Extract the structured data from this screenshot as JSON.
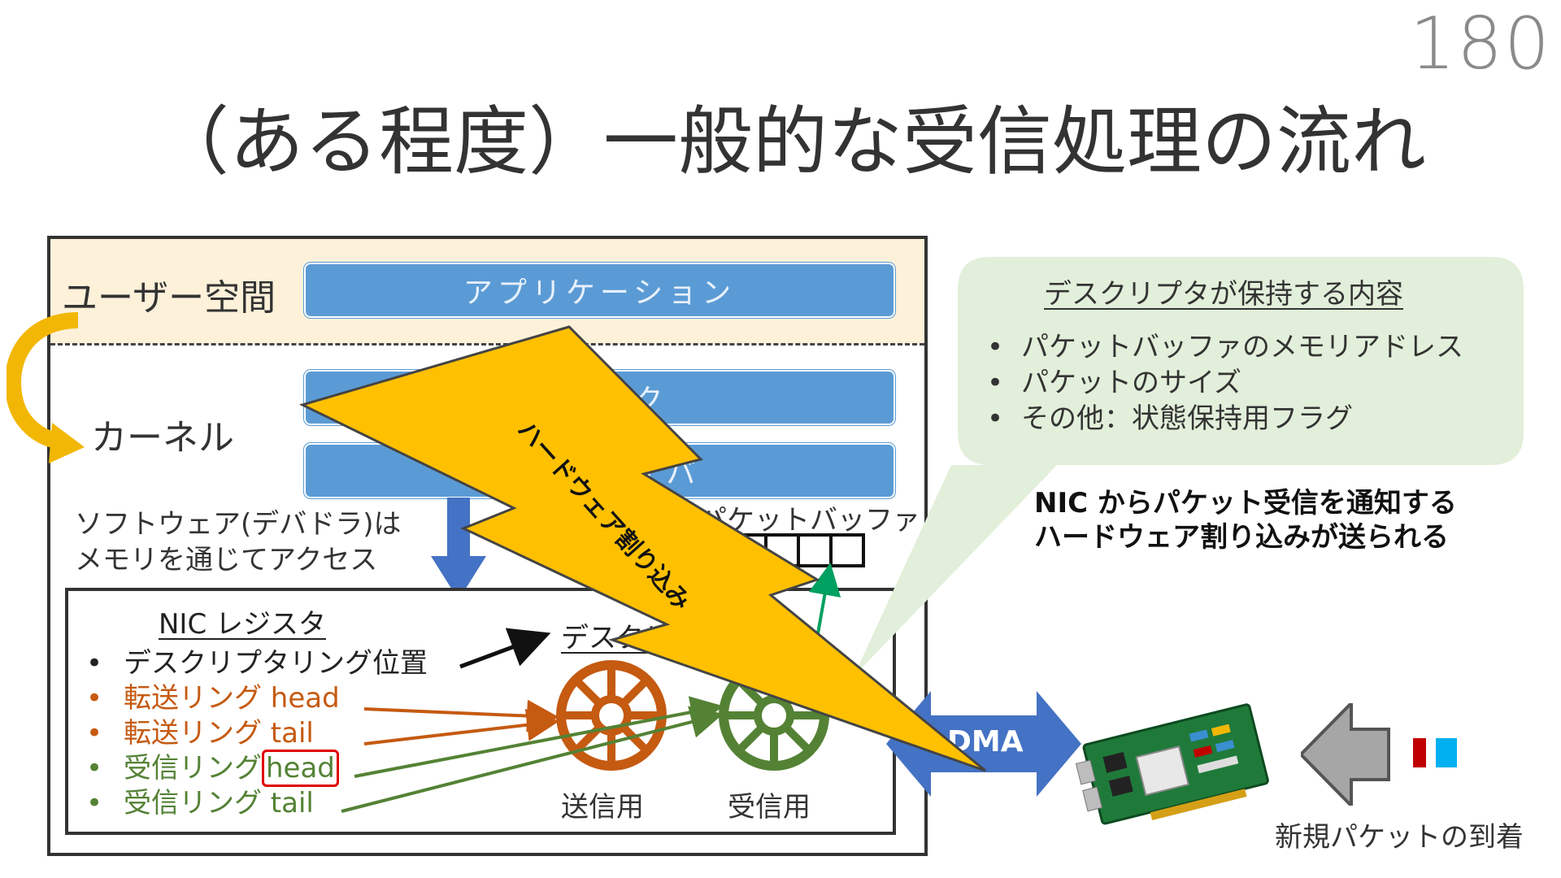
{
  "page_number": "180",
  "title": "（ある程度）一般的な受信処理の流れ",
  "layers": {
    "user_space": "ユーザー空間",
    "kernel": "カーネル"
  },
  "boxes": {
    "application": "アプリケーション",
    "stack": "スタック",
    "nic_driver": "NICドライバ"
  },
  "software_note": [
    "ソフトウェア(デバドラ)は",
    "メモリを通じてアクセス"
  ],
  "packet_buffer_label": "パケットバッファ",
  "nic_registers": {
    "title": "NIC レジスタ",
    "items": [
      {
        "label": "デスクリプタリング位置",
        "color": "black"
      },
      {
        "label": "転送リング head",
        "color": "orange"
      },
      {
        "label": "転送リング tail",
        "color": "orange"
      },
      {
        "prefix": "受信リング",
        "highlight": "head",
        "color": "green"
      },
      {
        "label": "受信リング tail",
        "color": "green"
      }
    ],
    "descriptor_label": "デスクリプタ",
    "ring_tx": "送信用",
    "ring_rx": "受信用"
  },
  "interrupt_label": "ハードウェア割り込み",
  "dma_label": "DMA",
  "callout": {
    "title": "デスクリプタが保持する内容",
    "items": [
      "パケットバッファのメモリアドレス",
      "パケットのサイズ",
      "その他：状態保持用フラグ"
    ]
  },
  "interrupt_note": [
    "NIC からパケット受信を通知する",
    "ハードウェア割り込みが送られる"
  ],
  "arrival_label": "新規パケットの到着",
  "colors": {
    "blue_box": "#5b9bd5",
    "user_band": "#fdf1d9",
    "lightning": "#ffc000",
    "orange": "#c55a11",
    "green": "#548235",
    "callout_bg": "#e2efda",
    "dma_arrow": "#4472c4",
    "highlight": "#e00000"
  },
  "icons": [
    "nic-card-icon",
    "curved-arrow-icon",
    "lightning-icon",
    "gray-left-arrow-icon",
    "packet-icon"
  ]
}
